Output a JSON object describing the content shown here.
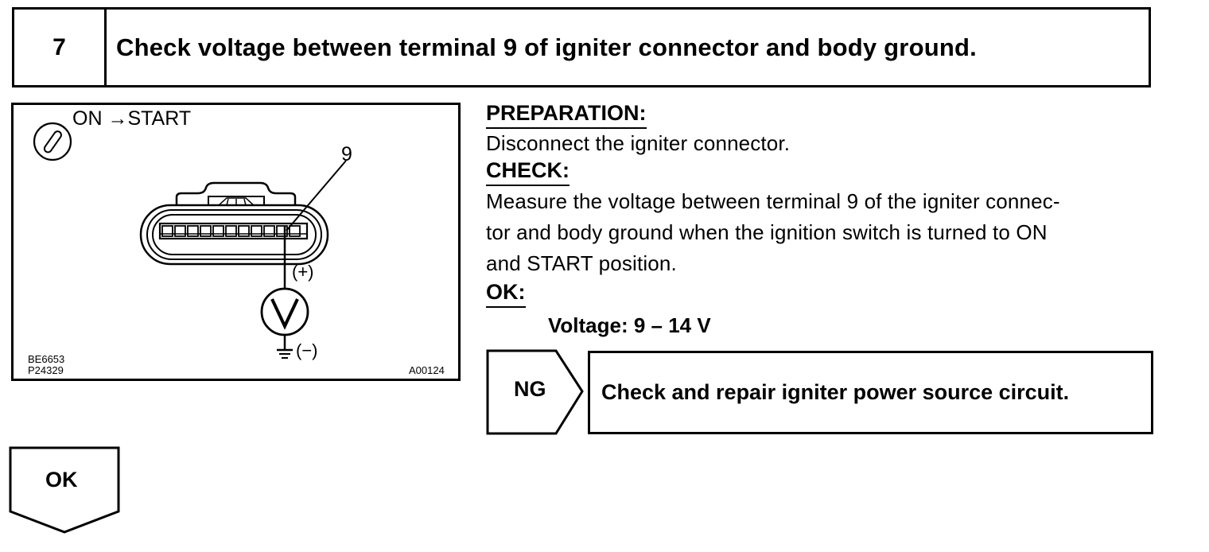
{
  "step": {
    "number": "7",
    "title": "Check voltage between terminal 9 of igniter connector and body ground."
  },
  "figure": {
    "switch_label": "ON →START",
    "terminal_label": "9",
    "plus_label": "(+)",
    "minus_label": "(−)",
    "voltmeter_symbol": "V",
    "code_1": "BE6653",
    "code_2": "P24329",
    "code_3": "A00124",
    "icons": [
      "ignition-key-icon",
      "voltmeter-icon",
      "ground-icon"
    ]
  },
  "instructions": {
    "preparation_heading": "PREPARATION:",
    "preparation_text": "Disconnect the igniter connector.",
    "check_heading": "CHECK:",
    "check_text": "Measure the voltage between terminal 9 of the igniter connec-tor and body ground when the ignition switch is turned to ON and START position.",
    "check_lines": [
      "Measure the voltage between terminal 9 of the igniter connec-",
      "tor and body ground when the ignition switch is turned to ON",
      "and START position."
    ],
    "ok_heading": "OK:",
    "spec": "Voltage: 9 – 14 V"
  },
  "results": {
    "ng_label": "NG",
    "ng_action": "Check and repair igniter power source circuit.",
    "ok_label": "OK"
  }
}
